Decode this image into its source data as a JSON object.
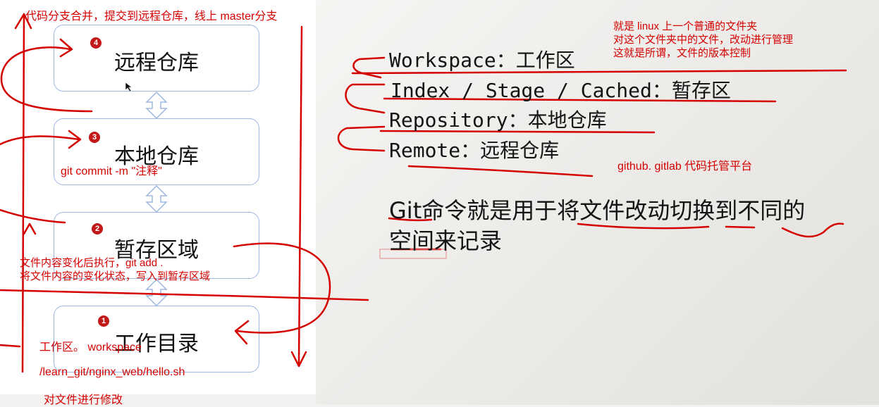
{
  "left_diagram": {
    "top_note": "代码分支合并，提交到远程仓库，线上 master分支",
    "stages": [
      {
        "number": "4",
        "label": "远程仓库"
      },
      {
        "number": "3",
        "label": "本地仓库"
      },
      {
        "number": "2",
        "label": "暂存区域"
      },
      {
        "number": "1",
        "label": "工作目录"
      }
    ],
    "commit_note": "git commit -m \"注释\"",
    "add_note_line1": "文件内容变化后执行，git add .",
    "add_note_line2": "将文件内容的变化状态，写入到暂存区域",
    "workspace_note": "工作区。 workspace",
    "path_note": "/learn_git/nginx_web/hello.sh",
    "modify_note": "对文件进行修改"
  },
  "right_notes": {
    "folder_line1": "就是 linux 上一个普通的文件夹",
    "folder_line2": "对这个文件夹中的文件，改动进行管理",
    "folder_line3": "这就是所谓，文件的版本控制",
    "hosting_note": "github. gitlab 代码托管平台"
  },
  "terms": [
    {
      "en": "Workspace",
      "sep": "：",
      "cn": "工作区"
    },
    {
      "en": "Index / Stage / Cached",
      "sep": "：",
      "cn": "暂存区"
    },
    {
      "en": "Repository",
      "sep": "：",
      "cn": "本地仓库"
    },
    {
      "en": "Remote",
      "sep": "：",
      "cn": "远程仓库"
    }
  ],
  "summary": {
    "line1": "Git命令就是用于将文件改动切换到不同的",
    "line2": "空间来记录"
  },
  "colors": {
    "annotation_red": "#d40000",
    "box_border": "#9fb6e0",
    "badge_red": "#c21a1a"
  }
}
